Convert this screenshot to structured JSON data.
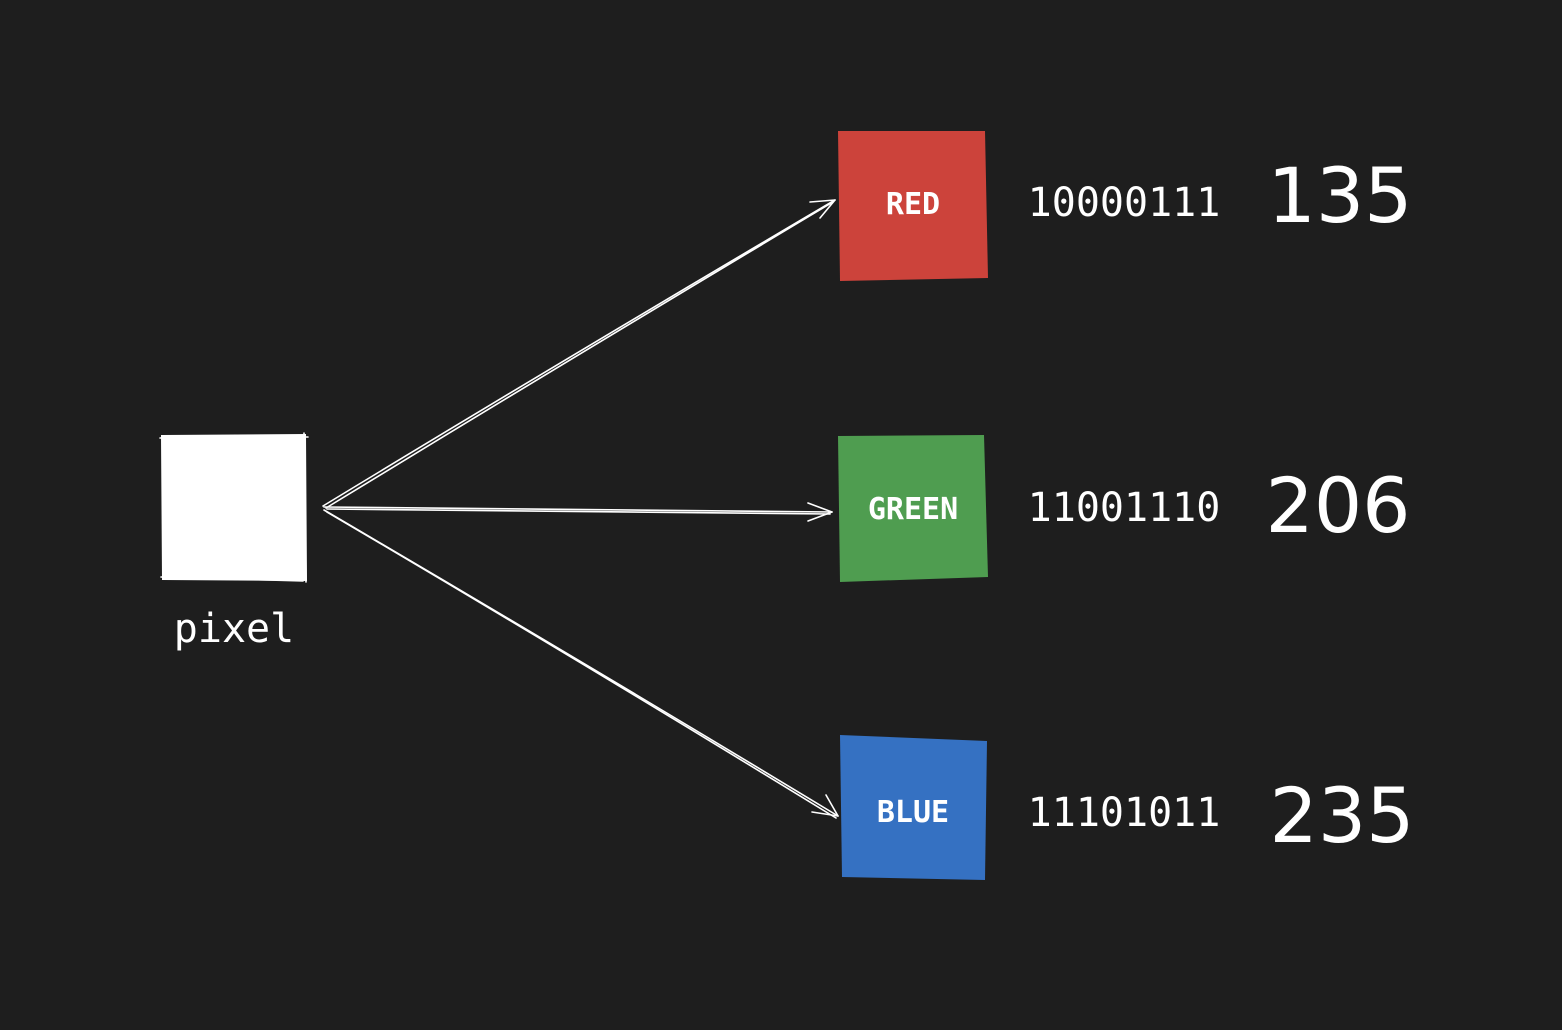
{
  "pixel": {
    "caption": "pixel",
    "color": "#ffffff"
  },
  "channels": [
    {
      "id": "red",
      "label": "RED",
      "color": "#cc433b",
      "binary": "10000111",
      "decimal": "135"
    },
    {
      "id": "green",
      "label": "GREEN",
      "color": "#4f9d50",
      "binary": "11001110",
      "decimal": "206"
    },
    {
      "id": "blue",
      "label": "BLUE",
      "color": "#3571c2",
      "binary": "11101011",
      "decimal": "235"
    }
  ],
  "colors": {
    "background": "#1e1e1e",
    "foreground": "#ffffff"
  }
}
